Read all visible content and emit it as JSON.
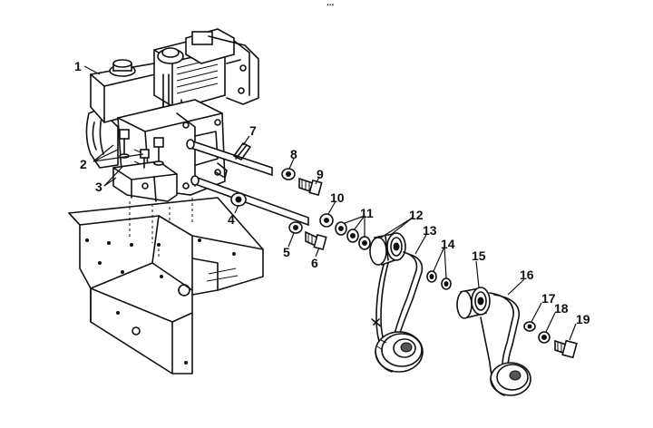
{
  "header_text": "...",
  "callouts": {
    "c1": "1",
    "c2": "2",
    "c3": "3",
    "c4": "4",
    "c5": "5",
    "c6": "6",
    "c7": "7",
    "c8": "8",
    "c9": "9",
    "c10": "10",
    "c11": "11",
    "c12": "12",
    "c13": "13",
    "c14": "14",
    "c15": "15",
    "c16": "16",
    "c17": "17",
    "c18": "18",
    "c19": "19"
  }
}
